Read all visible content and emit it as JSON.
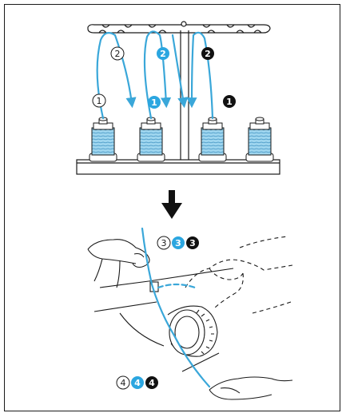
{
  "diagram": {
    "top": {
      "label_2_plain": "2",
      "label_1_plain": "1",
      "label_2_blue": "2",
      "label_1_blue": "1",
      "label_2_black": "2",
      "label_1_black": "1"
    },
    "bottom": {
      "label_3_plain": "3",
      "label_3_blue": "3",
      "label_3_black": "3",
      "label_4_plain": "4",
      "label_4_blue": "4",
      "label_4_black": "4"
    },
    "colors": {
      "thread": "#3aa7d9",
      "line": "#1a1a1a",
      "spool_fill": "#8fcdea",
      "marker_blue": "#2ba6e0",
      "marker_black": "#111111"
    }
  }
}
